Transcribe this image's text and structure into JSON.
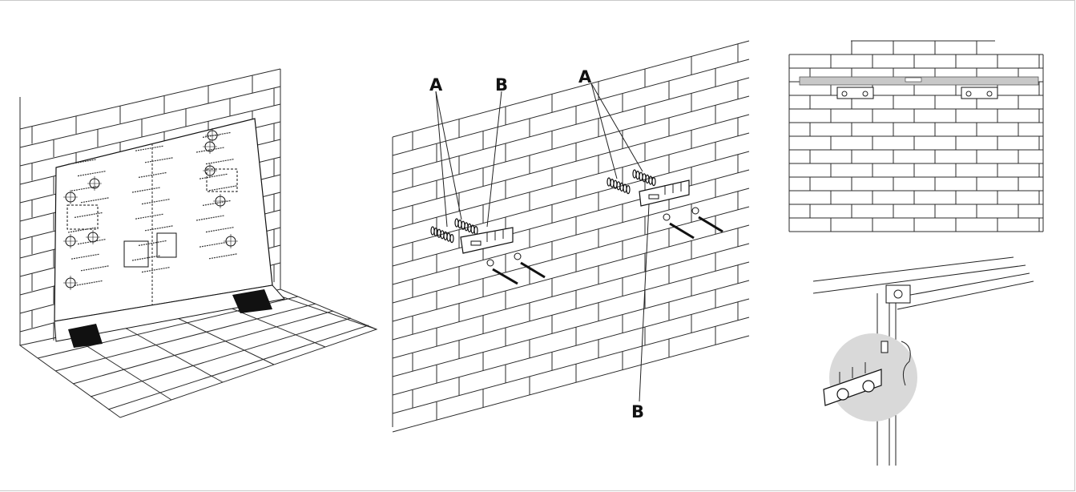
{
  "diagram": {
    "panels": [
      {
        "name": "template-on-wall",
        "template_text": ""
      },
      {
        "name": "wall-anchors-and-brackets",
        "callouts": [
          "A",
          "B",
          "A",
          "B"
        ]
      },
      {
        "name": "leveled-brackets-on-wall"
      },
      {
        "name": "unit-hung-on-bracket-detail"
      }
    ]
  },
  "colors": {
    "line": "#222222",
    "level": "#c8c8c8",
    "magnifier": "#d9d9d9",
    "frame": "#c9c9c9"
  }
}
